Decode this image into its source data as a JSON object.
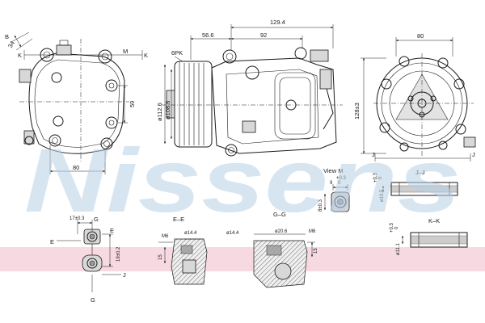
{
  "watermark": "Nissens",
  "colors": {
    "watermark": "#b8d0e6",
    "band": "#f3c9d4",
    "line": "#1a1a1a"
  },
  "views": {
    "left": {
      "dim_b": "B",
      "dim_34": "34",
      "label_k1": "K",
      "label_m": "M",
      "label_k2": "K",
      "dim_59": "59",
      "dim_80": "80"
    },
    "middle": {
      "dim_129_4": "129.4",
      "dim_56_6": "56.6",
      "dim_92": "92",
      "label_6pk": "6PK",
      "dim_d112_6": "ø112.6",
      "dim_d108_6": "ø108.6"
    },
    "right": {
      "dim_80": "80",
      "dim_128": "128±3",
      "label_j1": "J",
      "label_j2": "J"
    },
    "view_m": {
      "title": "View  M",
      "dim_9": "9",
      "tol_9": "+0.3",
      "tol_9b": "0",
      "dim_8": "8±0.3"
    },
    "jj": {
      "title": "J–J",
      "dim_10_5": "ø10.5",
      "tol": "+0.3",
      "tolb": "0"
    },
    "fitting": {
      "dim_17": "17±0.3",
      "label_g1": "G",
      "label_e1": "E",
      "label_e2": "E",
      "dim_19": "19±0.2",
      "label_j": "J",
      "label_g2": "G"
    },
    "ee": {
      "title": "E–E",
      "label_m6": "M6",
      "dim_14_4": "ø14.4",
      "dim_15": "15"
    },
    "gg": {
      "title": "G–G",
      "dim_14_4": "ø14.4",
      "dim_20_6": "ø20.6",
      "label_m6": "M6",
      "dim_15": "15"
    },
    "kk": {
      "title": "K–K",
      "dim_11_1": "ø11.1",
      "tol": "+0.3",
      "tolb": "0"
    }
  }
}
